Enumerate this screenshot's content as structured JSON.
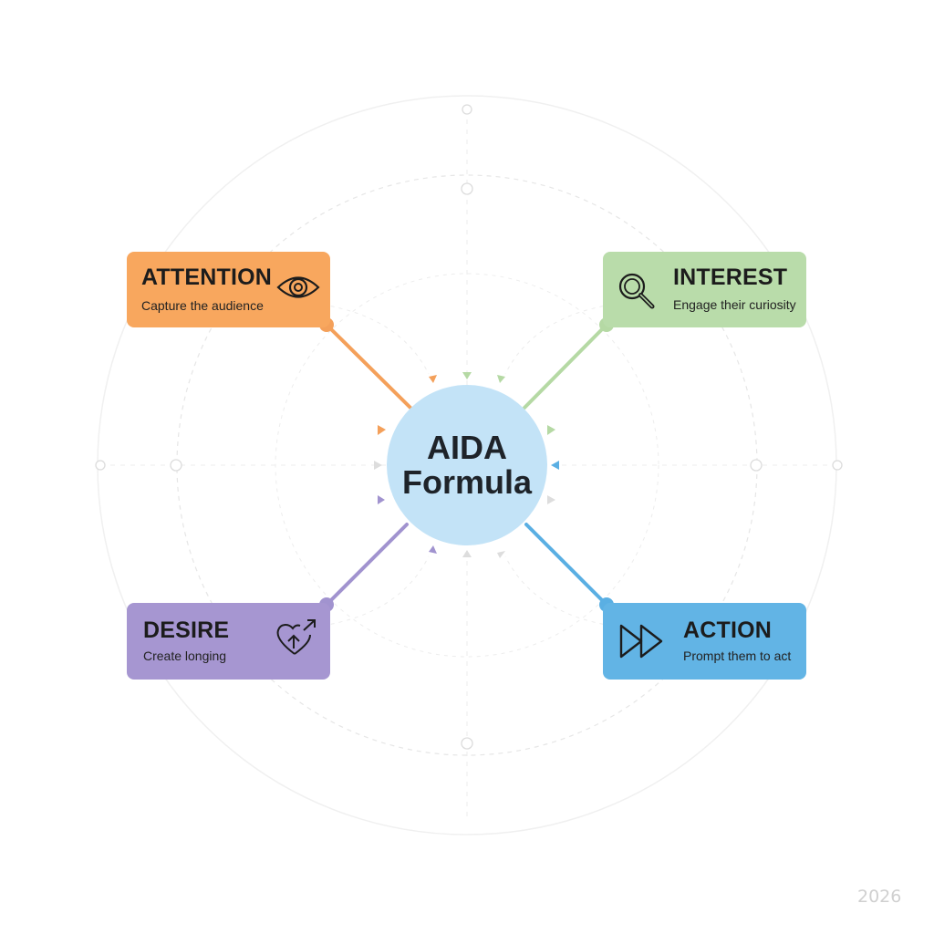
{
  "center": {
    "line1": "AIDA",
    "line2": "Formula",
    "color": "#c3e3f7"
  },
  "stages": {
    "attention": {
      "title": "ATTENTION",
      "subtitle": "Capture the audience",
      "icon": "eye-icon",
      "color": "#f8a75e",
      "line_color": "#f4a05a"
    },
    "interest": {
      "title": "INTEREST",
      "subtitle": "Engage their curiosity",
      "icon": "magnifier-icon",
      "color": "#b9dcaa",
      "line_color": "#b5d9a4"
    },
    "desire": {
      "title": "DESIRE",
      "subtitle": "Create longing",
      "icon": "heart-arrow-icon",
      "color": "#a696d1",
      "line_color": "#a193cf"
    },
    "action": {
      "title": "ACTION",
      "subtitle": "Prompt them to act",
      "icon": "fast-forward-icon",
      "color": "#62b4e5",
      "line_color": "#5aafe3"
    }
  },
  "watermark": "2026"
}
